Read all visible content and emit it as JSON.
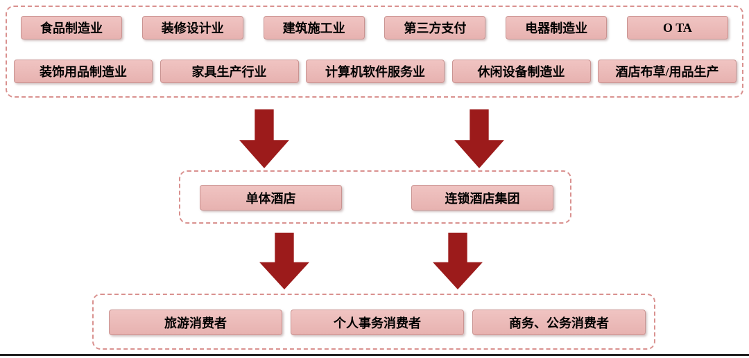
{
  "diagram": {
    "suppliers": {
      "row1": [
        "食品制造业",
        "装修设计业",
        "建筑施工业",
        "第三方支付",
        "电器制造业",
        "O TA"
      ],
      "row2": [
        "装饰用品制造业",
        "家具生产行业",
        "计算机软件服务业",
        "休闲设备制造业",
        "酒店布草/用品生产"
      ]
    },
    "hotels": [
      "单体酒店",
      "连锁酒店集团"
    ],
    "consumers": [
      "旅游消费者",
      "个人事务消费者",
      "商务、公务消费者"
    ],
    "colors": {
      "box_fill": "#e9b6b4",
      "box_border": "#c99391",
      "dashed_border": "#d9918f",
      "arrow": "#9c1b1b",
      "baseline": "#1f1f1f"
    }
  }
}
